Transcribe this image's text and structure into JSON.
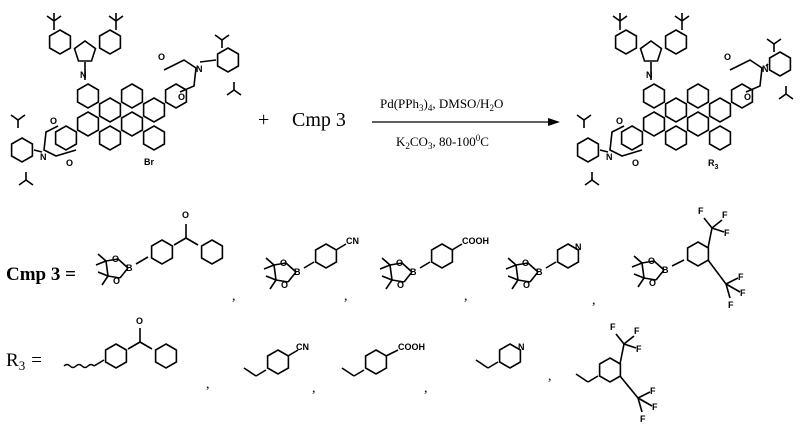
{
  "reaction": {
    "plus": "+",
    "reagent": "Cmp 3",
    "conditions_top_parts": [
      "Pd(PPh",
      "3",
      ")",
      "4",
      ", DMSO/H",
      "2",
      "O"
    ],
    "conditions_bottom_parts": [
      "K",
      "2",
      "CO",
      "3",
      ", 80-100",
      "0",
      "C"
    ]
  },
  "atoms": {
    "N": "N",
    "O": "O",
    "Br": "Br",
    "B": "B",
    "F": "F",
    "CN": "CN",
    "COOH": "COOH",
    "R3_main": "R",
    "R3_sub": "3"
  },
  "rows": {
    "cmp3_label": "Cmp 3 =",
    "r3_label_main": "R",
    "r3_label_sub": "3",
    "r3_equals": "=",
    "separator": ","
  }
}
